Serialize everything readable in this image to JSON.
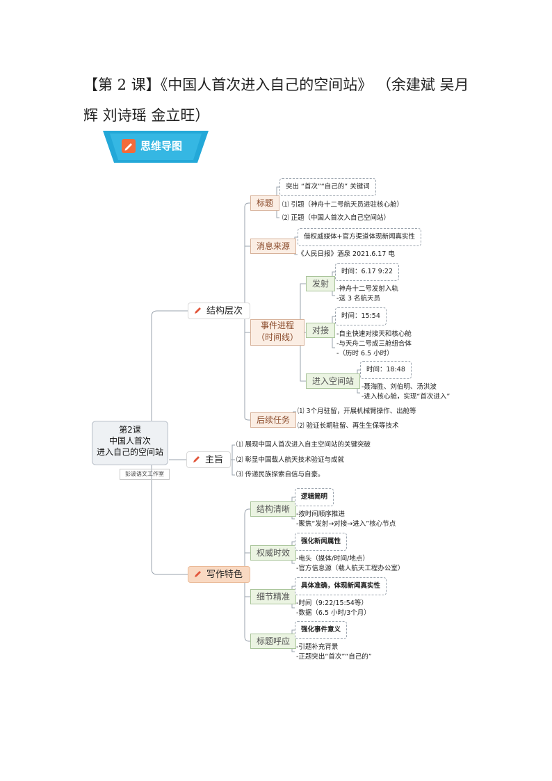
{
  "title": "【第 2 课】《中国人首次进入自己的空间站》 （余建斌 吴月辉 刘诗瑶 金立旺）",
  "banner": {
    "label": "思维导图",
    "icon": "pencil-note-icon"
  },
  "root": {
    "line1": "第2课",
    "line2": "中国人首次",
    "line3": "进入自己的空间站",
    "studio": "彭波语文工作室"
  },
  "structure": {
    "label": "结构层次",
    "biaoti": {
      "label": "标题",
      "note": "突出 “首次”“自己的” 关键词",
      "items": [
        "⑴ 引题（神舟十二号航天员进驻核心舱）",
        "⑵ 正题（中国人首次入自己空间站）"
      ]
    },
    "source": {
      "label": "消息来源",
      "note": "借权威媒体+官方渠道体现新闻真实性",
      "item": "《人民日报》酒泉 2021.6.17 电"
    },
    "process": {
      "label1": "事件进程",
      "label2": "（时间线）",
      "launch": {
        "label": "发射",
        "time": "时间：6.17 9:22",
        "items": [
          "-神舟十二号发射入轨",
          "-送 3 名航天员"
        ]
      },
      "dock": {
        "label": "对接",
        "time": "时间：15:54",
        "items": [
          "-自主快速对接天和核心舱",
          "-与天舟二号成三舱组合体",
          "-（历时 6.5 小时）"
        ]
      },
      "enter": {
        "label": "进入空间站",
        "time": "时间：18:48",
        "items": [
          "-聂海胜、刘伯明、汤洪波",
          "-进入核心舱，实现“首次进入”"
        ]
      }
    },
    "follow": {
      "label": "后续任务",
      "items": [
        "⑴ 3个月驻留，开展机械臂操作、出舱等",
        "⑵ 验证长期驻留、再生生保等技术"
      ]
    }
  },
  "theme": {
    "label": "主旨",
    "items": [
      "⑴ 展现中国人首次进入自主空间站的关键突破",
      "⑵ 彰显中国载人航天技术验证与成就",
      "⑶ 传递民族探索自信与自豪。"
    ]
  },
  "writing": {
    "label": "写作特色",
    "clear": {
      "label": "结构清晰",
      "note": "逻辑简明",
      "items": [
        "-按时间顺序推进",
        "-聚焦“发射→对接→进入”核心节点"
      ]
    },
    "auth": {
      "label": "权威时效",
      "note": "强化新闻属性",
      "items": [
        "-电头（媒体/时间/地点）",
        "-官方信息源（载人航天工程办公室）"
      ]
    },
    "detail": {
      "label": "细节精准",
      "note": "具体准确，体现新闻真实性",
      "items": [
        "-时间（9:22/15:54等）",
        "-数据（6.5 小时/3个月）"
      ]
    },
    "echo": {
      "label": "标题呼应",
      "note": "强化事件意义",
      "items": [
        "-引题补充背景",
        "-正题突出“首次”“自己的”"
      ]
    }
  },
  "colors": {
    "banner": "#23a8d8",
    "orange": "#f9d9c2",
    "line": "#9aa3ad"
  }
}
